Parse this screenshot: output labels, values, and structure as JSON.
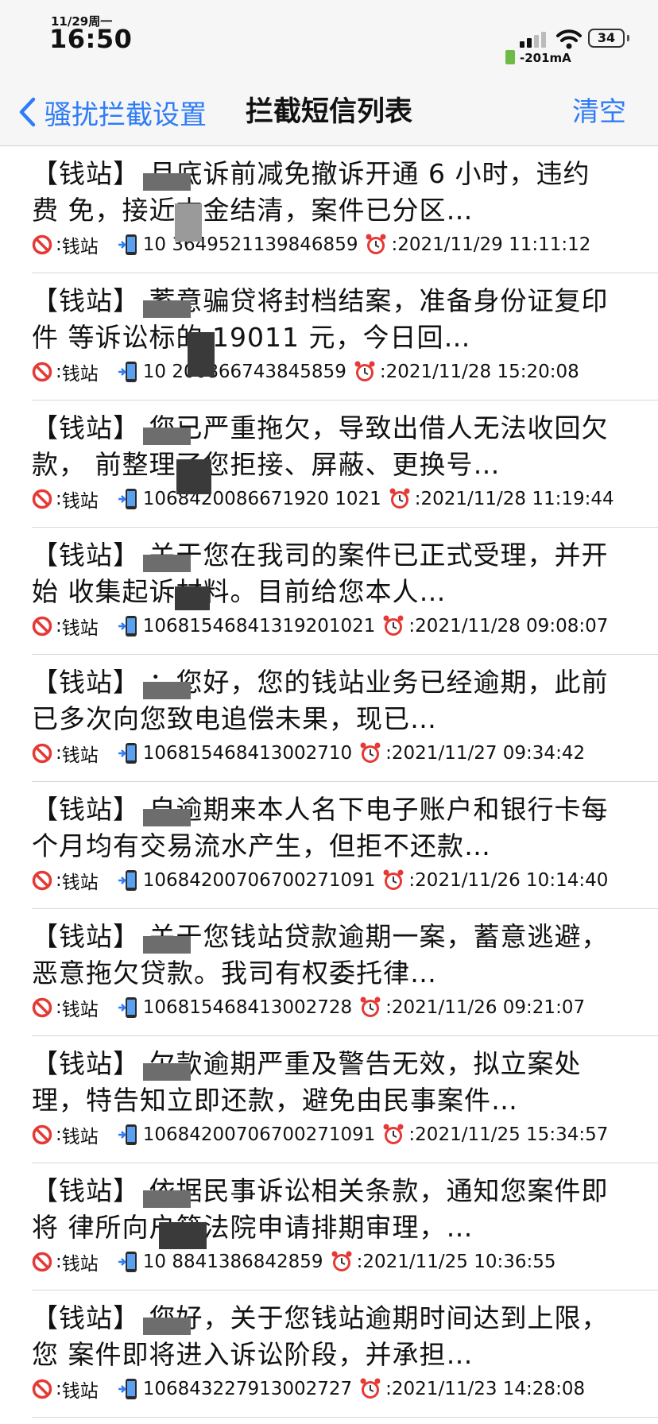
{
  "status_bar": {
    "date": "11/29周一",
    "time": "16:50",
    "battery_level": "34",
    "current": "-201mA"
  },
  "nav": {
    "back_label": "骚扰拦截设置",
    "title": "拦截短信列表",
    "action_label": "清空"
  },
  "messages": [
    {
      "text": "【钱站】 月底诉前减免撤诉开通 6 小时，违约费 免，接近本金结清，案件已分区…",
      "sender": "钱站",
      "number": "10 3649521139846859",
      "time": "2021/11/29 11:11:12"
    },
    {
      "text": "【钱站】 蓄意骗贷将封档结案，准备身份证复印件 等诉讼标的 19011 元，今日回…",
      "sender": "钱站",
      "number": "10 200866743845859",
      "time": "2021/11/28 15:20:08"
    },
    {
      "text": "【钱站】 您已严重拖欠，导致出借人无法收回欠款， 前整理了您拒接、屏蔽、更换号…",
      "sender": "钱站",
      "number": "1068420086671920 1021",
      "time": "2021/11/28 11:19:44"
    },
    {
      "text": "【钱站】 关于您在我司的案件已正式受理，并开始 收集起诉材料。目前给您本人…",
      "sender": "钱站",
      "number": "10681546841319201021",
      "time": "2021/11/28 09:08:07"
    },
    {
      "text": "【钱站】 ：您好，您的钱站业务已经逾期，此前 已多次向您致电追偿未果，现已…",
      "sender": "钱站",
      "number": "106815468413002710",
      "time": "2021/11/27 09:34:42"
    },
    {
      "text": "【钱站】 自逾期来本人名下电子账户和银行卡每个月均有交易流水产生，但拒不还款…",
      "sender": "钱站",
      "number": "10684200706700271091",
      "time": "2021/11/26 10:14:40"
    },
    {
      "text": "【钱站】 关于您钱站贷款逾期一案，蓄意逃避， 恶意拖欠贷款。我司有权委托律…",
      "sender": "钱站",
      "number": "106815468413002728",
      "time": "2021/11/26 09:21:07"
    },
    {
      "text": "【钱站】 欠款逾期严重及警告无效，拟立案处理，特告知立即还款，避免由民事案件…",
      "sender": "钱站",
      "number": "10684200706700271091",
      "time": "2021/11/25 15:34:57"
    },
    {
      "text": "【钱站】 依据民事诉讼相关条款，通知您案件即将 律所向户籍法院申请排期审理，…",
      "sender": "钱站",
      "number": "10 8841386842859",
      "time": "2021/11/25 10:36:55"
    },
    {
      "text": "【钱站】 您好，关于您钱站逾期时间达到上限，您 案件即将进入诉讼阶段，并承担…",
      "sender": "钱站",
      "number": "106843227913002727",
      "time": "2021/11/23 14:28:08"
    }
  ],
  "colors": {
    "accent": "#2f7cf6",
    "block_icon": "#e53935",
    "clock_icon": "#e53935",
    "phone_icon": "#2f7cf6"
  },
  "icons": {
    "back": "chevron-left-icon",
    "block": "block-icon",
    "phone": "phone-icon",
    "clock": "alarm-clock-icon"
  }
}
